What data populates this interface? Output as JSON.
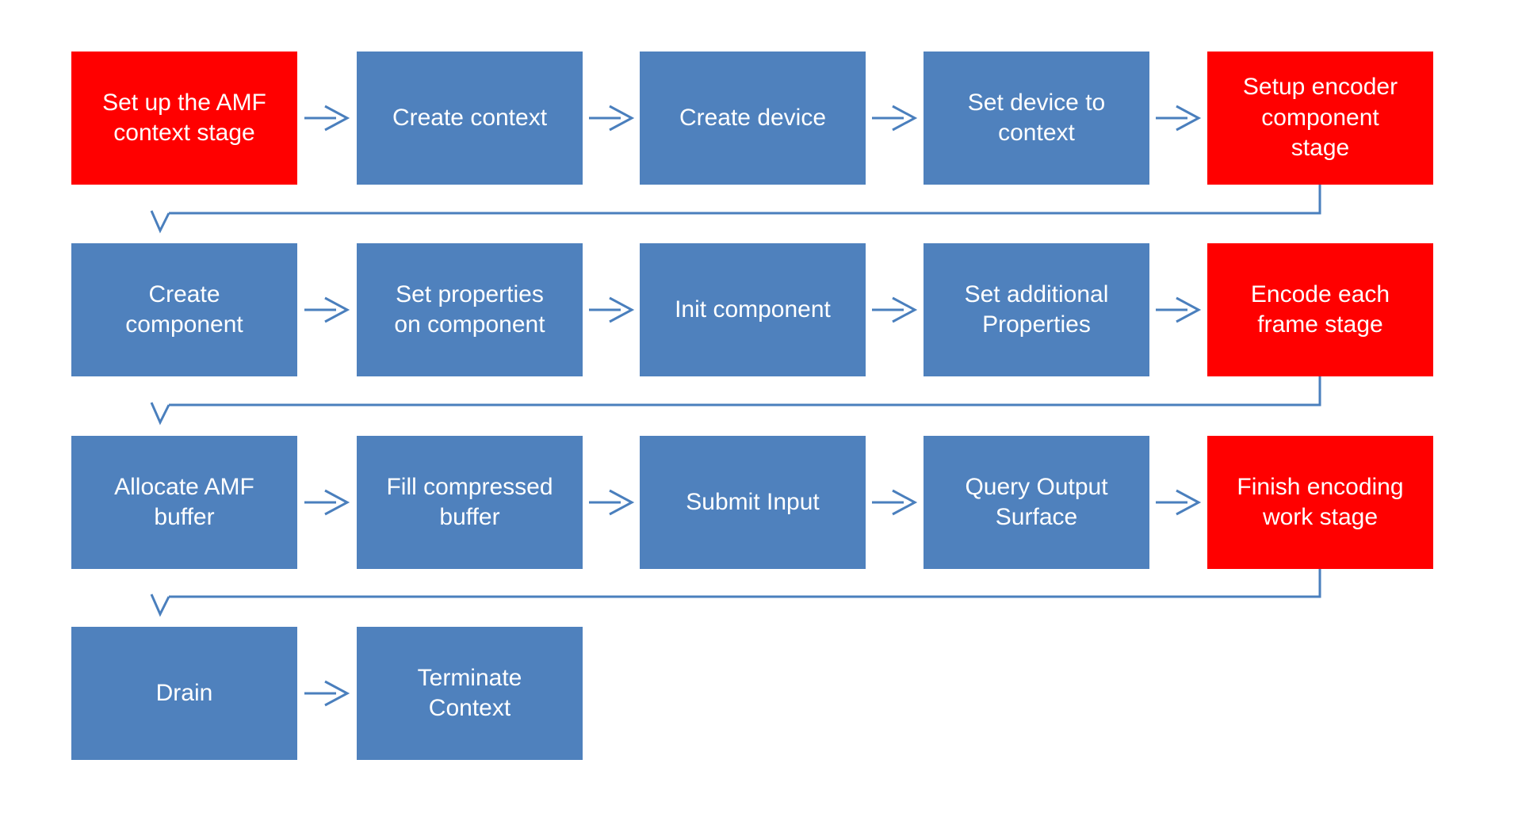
{
  "diagram": {
    "type": "flowchart",
    "background_color": "#FFFFFF",
    "colors": {
      "step_box_fill": "#4F81BD",
      "stage_box_fill": "#FF0000",
      "box_text": "#FFFFFF",
      "arrow": "#4A7FBD"
    },
    "rows": [
      {
        "boxes": [
          {
            "label": "Set up the AMF\ncontext stage",
            "type": "stage"
          },
          {
            "label": "Create context",
            "type": "step"
          },
          {
            "label": "Create device",
            "type": "step"
          },
          {
            "label": "Set device to\ncontext",
            "type": "step"
          },
          {
            "label": "Setup encoder\ncomponent\nstage",
            "type": "stage"
          }
        ]
      },
      {
        "boxes": [
          {
            "label": "Create\ncomponent",
            "type": "step"
          },
          {
            "label": "Set properties\non component",
            "type": "step"
          },
          {
            "label": "Init component",
            "type": "step"
          },
          {
            "label": "Set additional\nProperties",
            "type": "step"
          },
          {
            "label": "Encode each\nframe stage",
            "type": "stage"
          }
        ]
      },
      {
        "boxes": [
          {
            "label": "Allocate AMF\nbuffer",
            "type": "step"
          },
          {
            "label": "Fill compressed\nbuffer",
            "type": "step"
          },
          {
            "label": "Submit Input",
            "type": "step"
          },
          {
            "label": "Query  Output\nSurface",
            "type": "step"
          },
          {
            "label": "Finish encoding\nwork stage",
            "type": "stage"
          }
        ]
      },
      {
        "boxes": [
          {
            "label": "Drain",
            "type": "step"
          },
          {
            "label": "Terminate\nContext",
            "type": "step"
          }
        ]
      }
    ]
  }
}
